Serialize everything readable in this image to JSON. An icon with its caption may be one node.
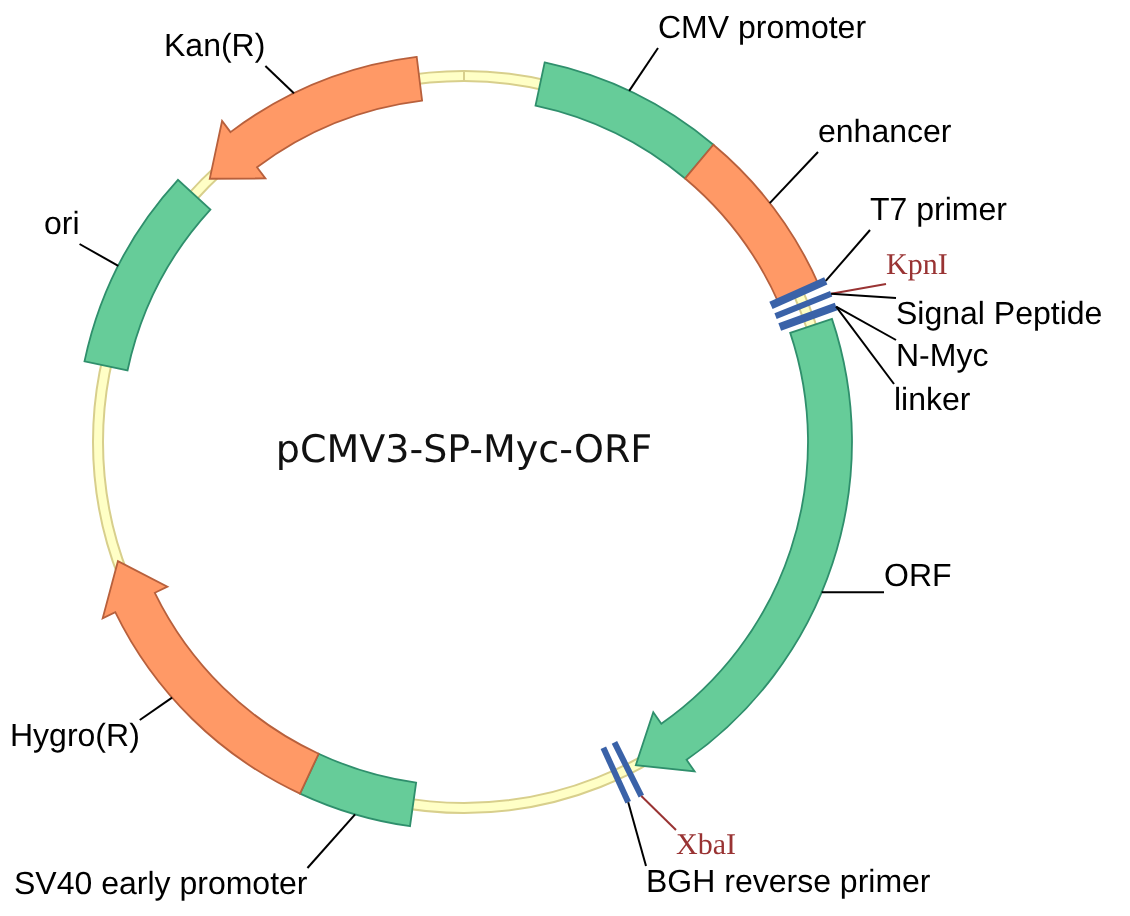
{
  "diagram": {
    "title": "pCMV3-SP-Myc-ORF",
    "nodes": [
      {
        "text": [
          "CMV promoter"
        ]
      },
      {
        "text": [],
        "shape": "arc"
      },
      {
        "text": [
          "enhancer"
        ]
      },
      {
        "text": [],
        "shape": "arc"
      },
      {
        "text": [
          "T7 primer"
        ]
      },
      {
        "text": [
          "KpnI"
        ]
      },
      {
        "text": [
          "Signal Peptide"
        ]
      },
      {
        "text": [
          "N-Myc"
        ]
      },
      {
        "text": [
          "linker"
        ]
      },
      {
        "text": [],
        "shape": "bar"
      },
      {
        "text": [],
        "shape": "bar"
      },
      {
        "text": [],
        "shape": "bar"
      },
      {
        "text": [
          "ORF"
        ]
      },
      {
        "text": [],
        "shape": "arrow"
      },
      {
        "text": [
          "XbaI"
        ]
      },
      {
        "text": [
          "BGH reverse primer"
        ]
      },
      {
        "text": [],
        "shape": "bar"
      },
      {
        "text": [],
        "shape": "bar"
      },
      {
        "text": [
          "SV40 early promoter"
        ]
      },
      {
        "text": [],
        "shape": "arc"
      },
      {
        "text": [
          "Hygro(R)"
        ]
      },
      {
        "text": [],
        "shape": "arrow"
      },
      {
        "text": [
          "ori"
        ]
      },
      {
        "text": [],
        "shape": "arc"
      },
      {
        "text": [
          "Kan(R)"
        ]
      },
      {
        "text": [],
        "shape": "arrow"
      }
    ],
    "edges": [
      {
        "from": 0,
        "to": 1,
        "arrow": "none"
      },
      {
        "from": 2,
        "to": 3,
        "arrow": "none"
      },
      {
        "from": 4,
        "to": 9,
        "arrow": "none"
      },
      {
        "from": 5,
        "to": 10,
        "arrow": "none",
        "color": "#993333"
      },
      {
        "from": 6,
        "to": 10,
        "arrow": "none"
      },
      {
        "from": 7,
        "to": 11,
        "arrow": "none"
      },
      {
        "from": 8,
        "to": 11,
        "arrow": "none"
      },
      {
        "from": 12,
        "to": 13,
        "arrow": "none"
      },
      {
        "from": 14,
        "to": 16,
        "arrow": "none",
        "color": "#993333"
      },
      {
        "from": 15,
        "to": 17,
        "arrow": "none"
      },
      {
        "from": 18,
        "to": 19,
        "arrow": "none"
      },
      {
        "from": 20,
        "to": 21,
        "arrow": "none"
      },
      {
        "from": 22,
        "to": 23,
        "arrow": "none"
      },
      {
        "from": 24,
        "to": 25,
        "arrow": "none"
      }
    ]
  }
}
